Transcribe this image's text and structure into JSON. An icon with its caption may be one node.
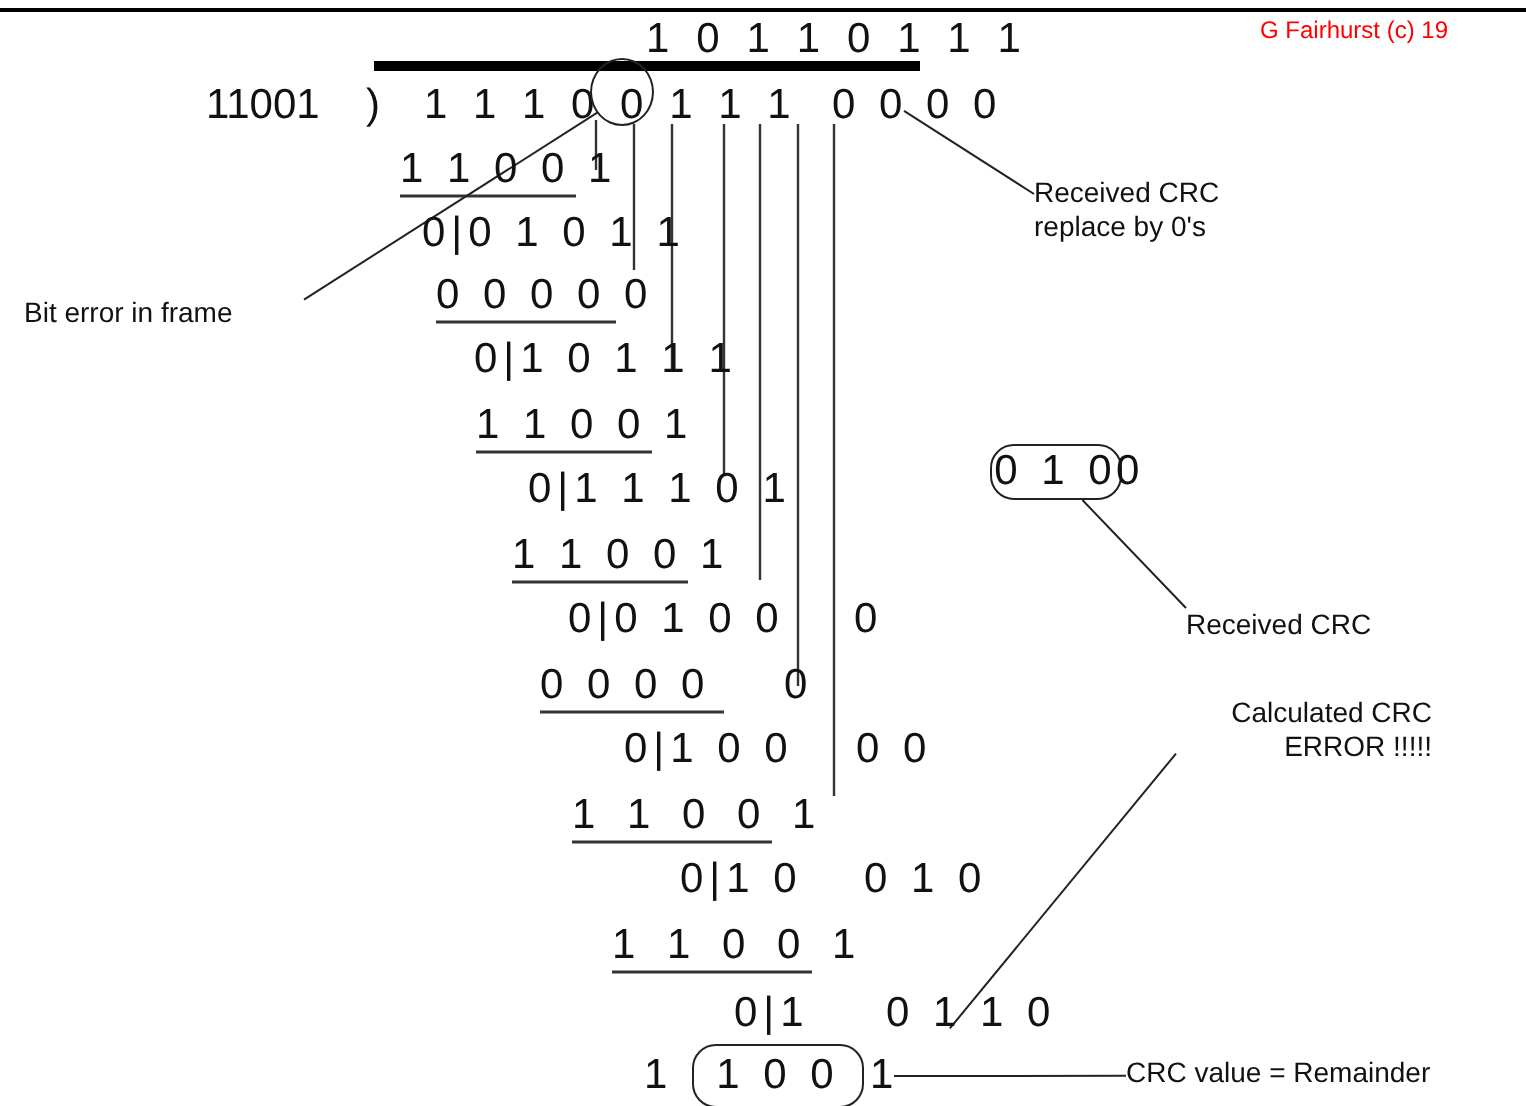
{
  "diagram": {
    "nodes": [
      {
        "text": [],
        "shape": "circle"
      },
      {
        "text": [
          "0 0 0 0"
        ]
      },
      {
        "text": [
          "Received CRC replace by 0's"
        ]
      },
      {
        "text": [
          "Bit error in frame"
        ]
      },
      {
        "text": [
          "0 1 0"
        ],
        "beside": [
          "0"
        ]
      },
      {
        "text": [
          "Received CRC"
        ]
      },
      {
        "text": [
          "Calculated CRC ERROR !!!!!"
        ]
      },
      {
        "text": [
          "0 1 1 0"
        ]
      },
      {
        "text": [
          "1 0 0"
        ],
        "beside": [
          "1",
          "1"
        ]
      },
      {
        "text": [
          "CRC value = Remainder"
        ]
      }
    ],
    "edges": [
      {
        "from": 3,
        "to": 0,
        "arrow": "none"
      },
      {
        "from": 2,
        "to": 1,
        "arrow": "none"
      },
      {
        "from": 5,
        "to": 4,
        "arrow": "none"
      },
      {
        "from": 6,
        "to": 7,
        "arrow": "none"
      },
      {
        "from": 9,
        "to": 8,
        "arrow": "none"
      }
    ],
    "labels": [
      "1 0 1 1 0 1 1 1",
      "G Fairhurst (c) 19",
      "11001",
      ")",
      "1 1 1 0 0 1 1 1",
      "1 1 0 0 1",
      "0|0 1 0 1 1",
      "0 0 0 0 0",
      "0|1 0 1 1 1",
      "1 1 0 0 1",
      "0|1 1 1 0 1",
      "1 1 0 0 1",
      "0|0 1 0 0",
      "0",
      "0 0 0 0",
      "0",
      "0|1 0 0",
      "0 0",
      "1 1 0 0 1",
      "0|1 0",
      "0 1 0",
      "1 1 0 0 1",
      "0|1"
    ]
  }
}
